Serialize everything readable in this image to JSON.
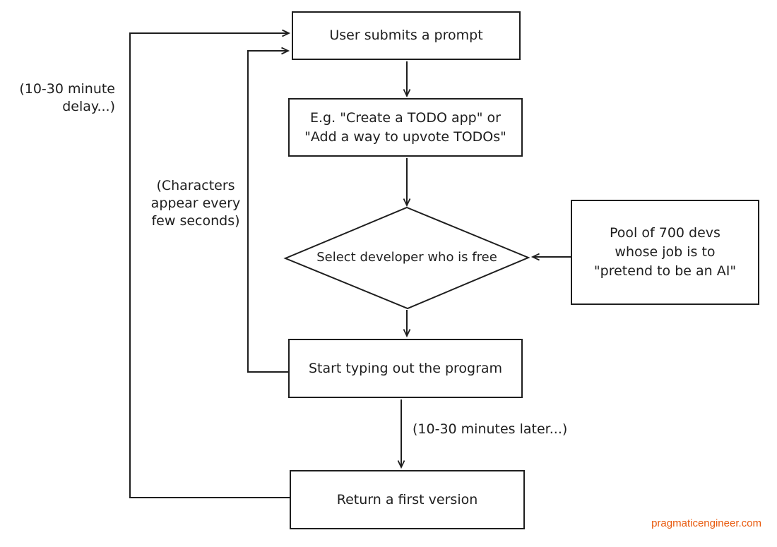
{
  "colors": {
    "background": "#ffffff",
    "stroke": "#1e1e1e",
    "watermark_orange": "#e8590c"
  },
  "nodes": {
    "user_prompt": "User submits a prompt",
    "example_prompt": "E.g. \"Create a TODO app\" or\n\"Add a way to upvote TODOs\"",
    "select_developer": "Select developer who is free",
    "dev_pool": "Pool of 700 devs\nwhose job is to\n\"pretend to be an AI\"",
    "start_typing": "Start typing out the program",
    "return_version": "Return a first version"
  },
  "annotations": {
    "delay_note": "(10-30 minute\ndelay...)",
    "characters_note": "(Characters\nappear every\nfew seconds)",
    "minutes_later_note": "(10-30 minutes later...)",
    "watermark": "pragmaticengineer.com"
  }
}
